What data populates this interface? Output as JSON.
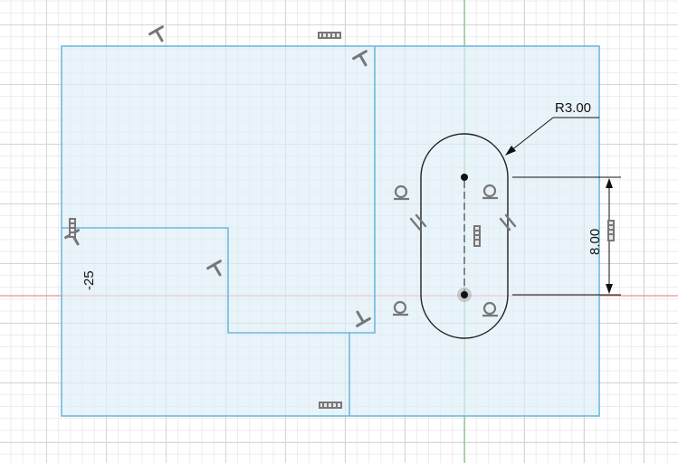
{
  "sketch": {
    "dimensions": {
      "slot_radius": "R3.00",
      "slot_length": "8.00",
      "left_offset": "-25"
    }
  },
  "colors": {
    "profile_fill": "#ddeef8",
    "profile_edge": "#6fb7df",
    "sketch_line": "#222222",
    "x_axis": "#e07a7a",
    "y_axis": "#66c266",
    "constraint_icon": "#777777",
    "grid_major": "#d6d6d6",
    "grid_minor": "#ececec"
  },
  "icons": [
    "horizontal-constraint-icon",
    "coincident-constraint-icon",
    "tangent-constraint-icon",
    "parallel-constraint-icon",
    "fix-constraint-icon"
  ]
}
